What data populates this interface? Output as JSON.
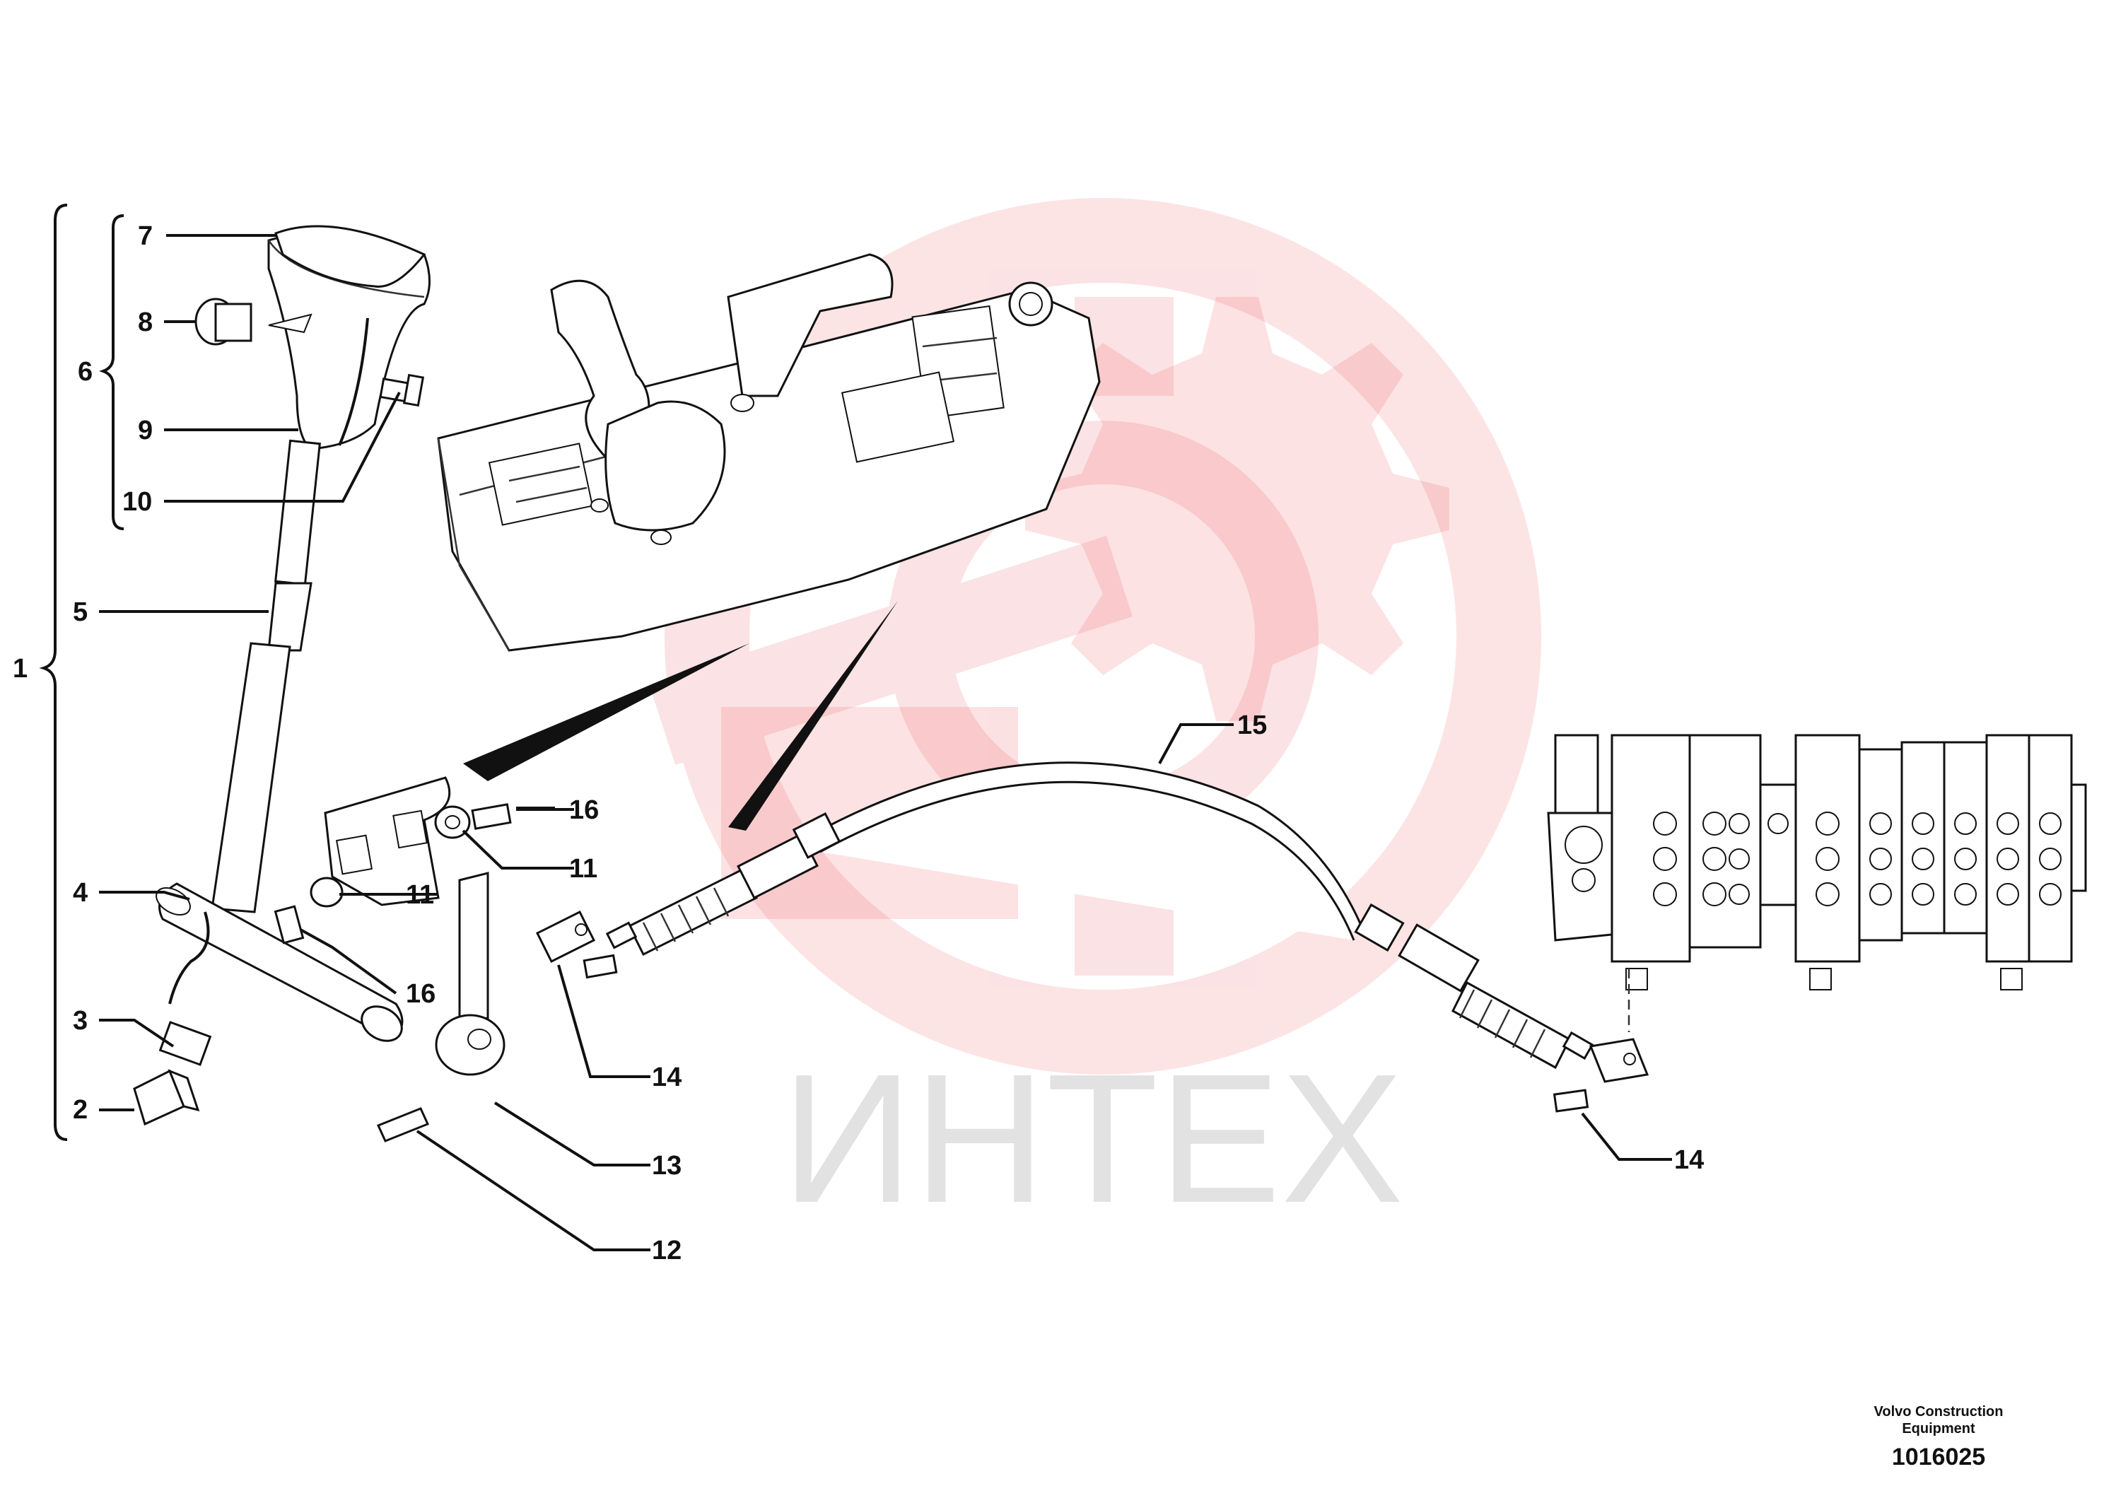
{
  "diagram": {
    "callouts": {
      "c1": "1",
      "c2": "2",
      "c3": "3",
      "c4": "4",
      "c5": "5",
      "c6": "6",
      "c7": "7",
      "c8": "8",
      "c9": "9",
      "c10": "10",
      "c11a": "11",
      "c11b": "11",
      "c12": "12",
      "c13": "13",
      "c14a": "14",
      "c14b": "14",
      "c15": "15",
      "c16a": "16",
      "c16b": "16"
    },
    "watermark": {
      "text": "ИНТЕХ",
      "color": "#e61e2a"
    },
    "footer": {
      "maker_line1": "Volvo Construction",
      "maker_line2": "Equipment",
      "drawing_number": "1016025"
    }
  }
}
